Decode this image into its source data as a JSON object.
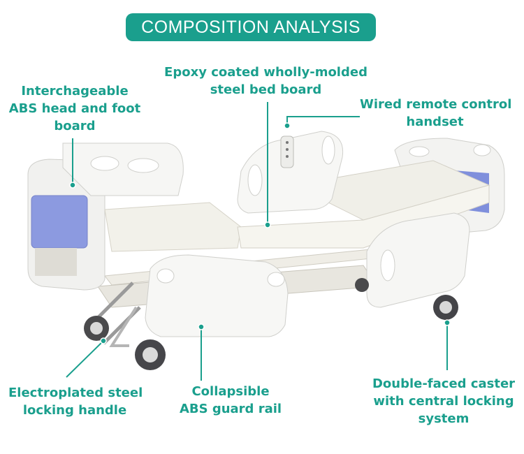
{
  "title": "COMPOSITION ANALYSIS",
  "accent_color": "#1a9f8d",
  "labels": {
    "head_board": [
      "Interchageable",
      "ABS head and foot",
      "board"
    ],
    "bed_board": [
      "Epoxy coated wholly-molded",
      "steel bed board"
    ],
    "remote": [
      "Wired remote control",
      "handset"
    ],
    "handle": [
      "Electroplated steel",
      "locking handle"
    ],
    "guard_rail": [
      "Collapsible",
      "ABS guard rail"
    ],
    "caster": [
      "Double-faced caster",
      "with central locking",
      "system"
    ]
  }
}
